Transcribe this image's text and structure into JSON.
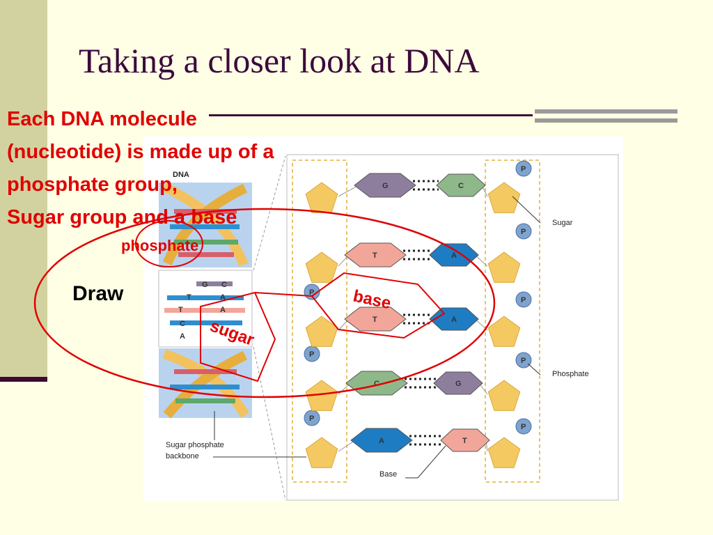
{
  "slide": {
    "title": "Taking a closer look at DNA",
    "intro_lines": [
      "Each DNA molecule",
      "(nucleotide) is made up of a",
      "phosphate group,",
      "Sugar group and a base"
    ],
    "draw_label": "Draw"
  },
  "figure": {
    "dna_label": "DNA",
    "helix_letters": [
      "G",
      "C",
      "T",
      "A",
      "T",
      "A",
      "C",
      "A"
    ],
    "labels": {
      "sugar": "Sugar",
      "phosphate": "Phosphate",
      "backbone_line1": "Sugar phosphate",
      "backbone_line2": "backbone",
      "base": "Base"
    },
    "phosphate_letter": "P",
    "base_pairs": [
      {
        "left": "G",
        "right": "C"
      },
      {
        "left": "T",
        "right": "A"
      },
      {
        "left": "T",
        "right": "A"
      },
      {
        "left": "C",
        "right": "G"
      },
      {
        "left": "A",
        "right": "T"
      }
    ]
  },
  "annotations": {
    "phosphate": "phosphate",
    "sugar": "sugar",
    "base": "base"
  },
  "colors": {
    "background": "#FFFFE6",
    "annotation_red": "#E00000",
    "sugar_yellow": "#F5C962",
    "phosphate_blue": "#7FA3CF",
    "base_G": "#8E7E9E",
    "base_C": "#8FB88A",
    "base_T": "#F2A69A",
    "base_A": "#1E7CC2"
  }
}
